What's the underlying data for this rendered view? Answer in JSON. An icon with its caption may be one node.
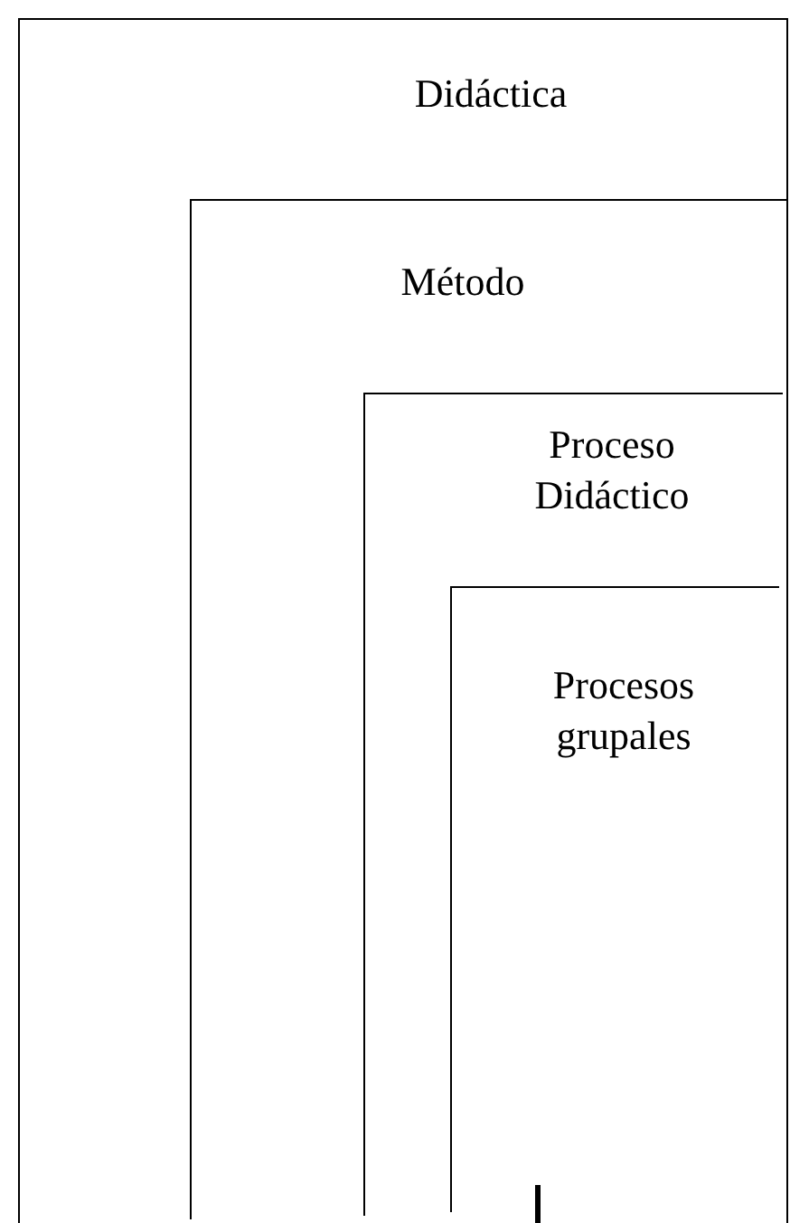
{
  "diagram": {
    "nodes": [
      {
        "text": [
          "Didáctica"
        ]
      },
      {
        "text": [
          "Método"
        ],
        "in": 0
      },
      {
        "text": [
          "Proceso Didáctico"
        ],
        "in": 1
      },
      {
        "text": [
          "Procesos grupales"
        ],
        "in": 2
      }
    ]
  }
}
